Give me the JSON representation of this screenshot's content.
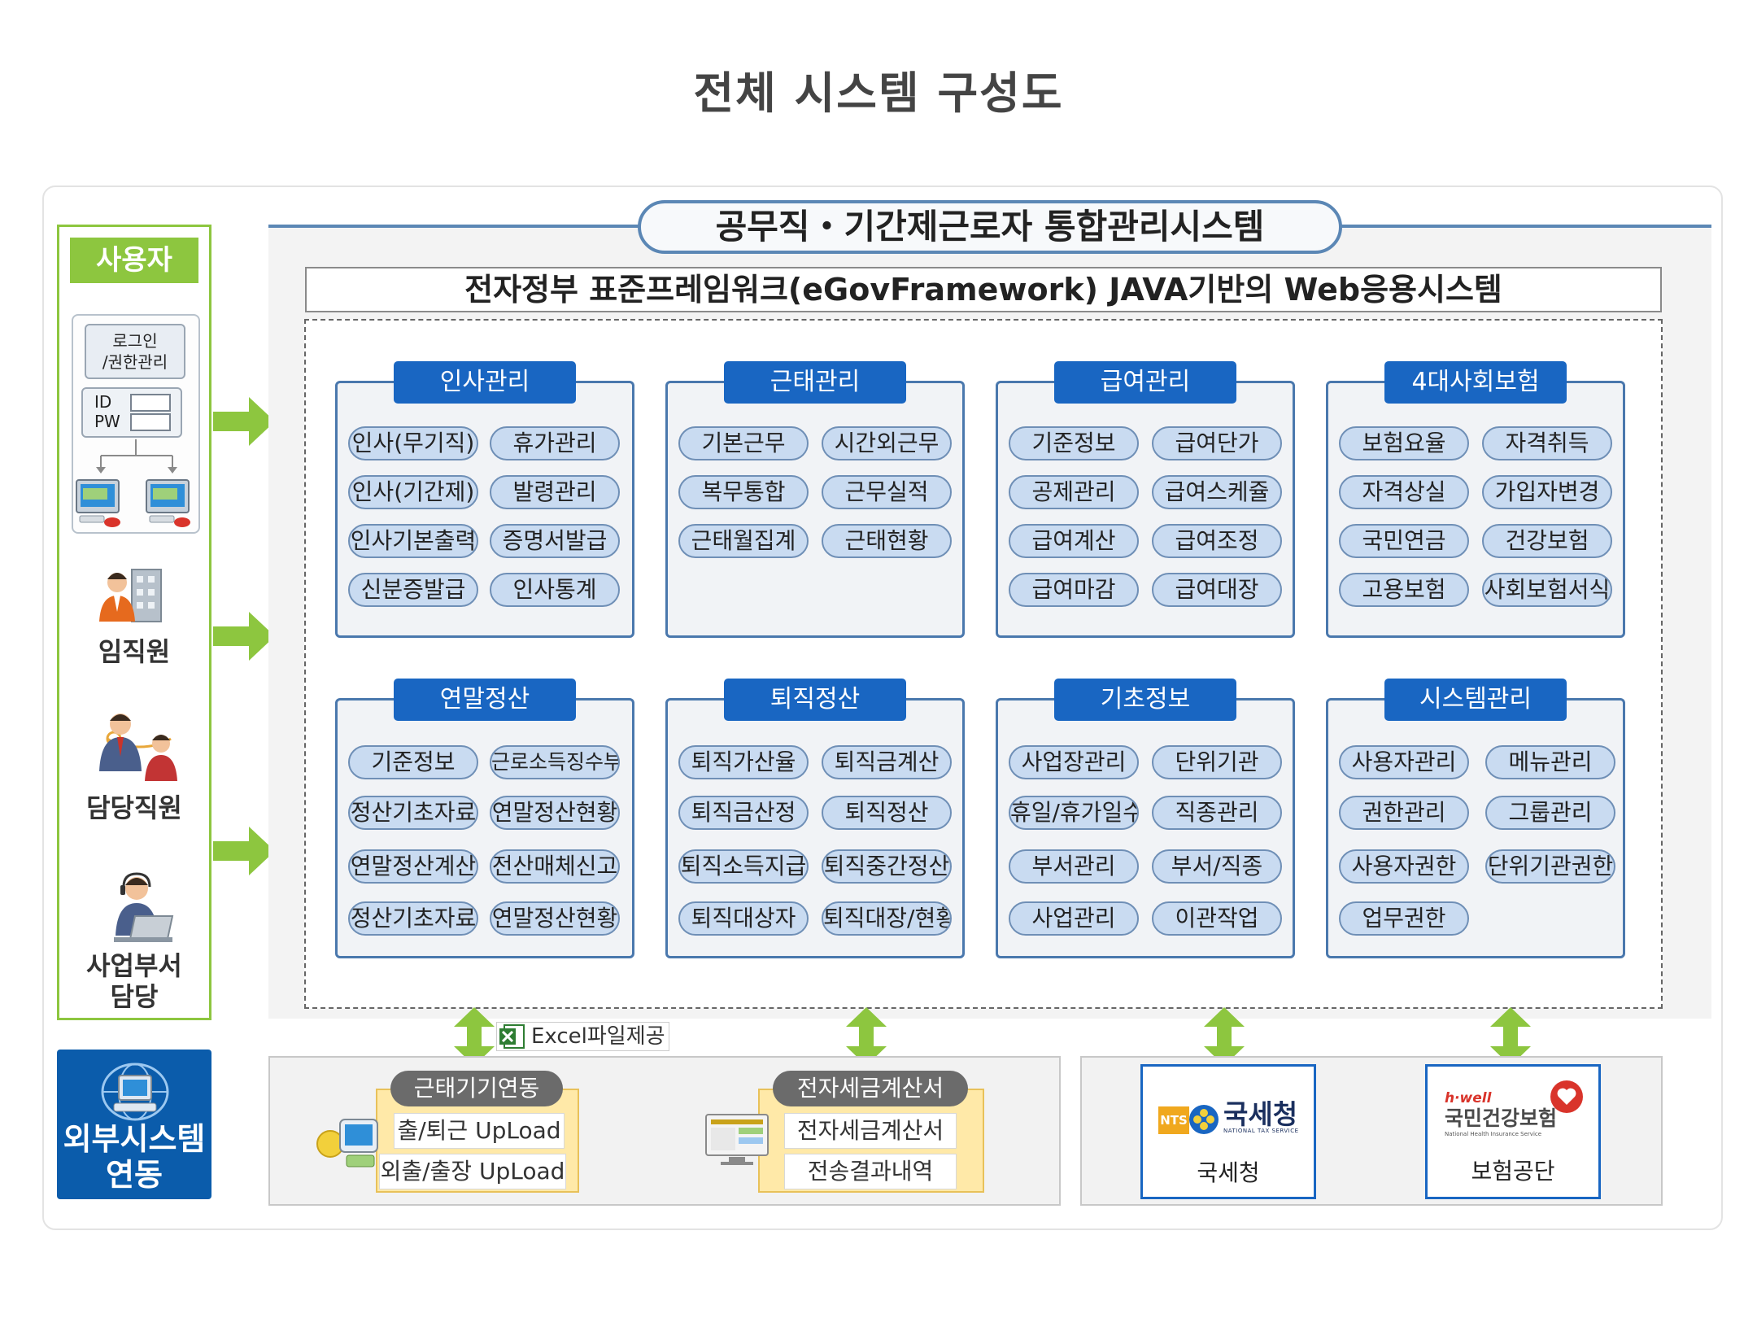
{
  "title": "전체 시스템 구성도",
  "user_panel": {
    "title": "사용자",
    "login_label": "로그인\n/권한관리",
    "id_label": "ID",
    "pw_label": "PW",
    "roles": [
      "임직원",
      "담당직원",
      "사업부서\n담당"
    ]
  },
  "external": {
    "label": "외부시스템\n연동"
  },
  "system_title": "공무직・기간제근로자 통합관리시스템",
  "sub_title": "전자정부  표준프레임워크(eGovFramework)  JAVA기반의   Web응용시스템",
  "modules": [
    {
      "title": "인사관리",
      "items": [
        "인사(무기직)",
        "휴가관리",
        "인사(기간제)",
        "발령관리",
        "인사기본출력",
        "증명서발급",
        "신분증발급",
        "인사통계"
      ]
    },
    {
      "title": "근태관리",
      "items": [
        "기본근무",
        "시간외근무",
        "복무통합",
        "근무실적",
        "근태월집계",
        "근태현황"
      ]
    },
    {
      "title": "급여관리",
      "items": [
        "기준정보",
        "급여단가",
        "공제관리",
        "급여스케쥴",
        "급여계산",
        "급여조정",
        "급여마감",
        "급여대장"
      ]
    },
    {
      "title": "4대사회보험",
      "items": [
        "보험요율",
        "자격취득",
        "자격상실",
        "가입자변경",
        "국민연금",
        "건강보험",
        "고용보험",
        "사회보험서식"
      ]
    },
    {
      "title": "연말정산",
      "items": [
        "기준정보",
        "근로소득징수부",
        "정산기초자료",
        "연말정산현황",
        "연말정산계산",
        "전산매체신고",
        "정산기초자료",
        "연말정산현황"
      ]
    },
    {
      "title": "퇴직정산",
      "items": [
        "퇴직가산율",
        "퇴직금계산",
        "퇴직금산정",
        "퇴직정산",
        "퇴직소득지급",
        "퇴직중간정산",
        "퇴직대상자",
        "퇴직대장/현황"
      ]
    },
    {
      "title": "기초정보",
      "items": [
        "사업장관리",
        "단위기관",
        "휴일/휴가일수",
        "직종관리",
        "부서관리",
        "부서/직종",
        "사업관리",
        "이관작업"
      ]
    },
    {
      "title": "시스템관리",
      "items": [
        "사용자관리",
        "메뉴관리",
        "권한관리",
        "그룹관리",
        "사용자권한",
        "단위기관권한",
        "업무권한"
      ]
    }
  ],
  "integrations": {
    "excel_label": "Excel파일제공",
    "attendance": {
      "title": "근태기기연동",
      "items": [
        "출/퇴근 UpLoad",
        "외출/출장 UpLoad"
      ]
    },
    "einvoice": {
      "title": "전자세금계산서",
      "items": [
        "전자세금계산서",
        "전송결과내역"
      ]
    },
    "nts": {
      "logo_text": "국세청",
      "logo_sub": "NATIONAL TAX SERVICE",
      "badge": "NTS",
      "label": "국세청"
    },
    "nhis": {
      "logo_top": "h·well",
      "logo_text": "국민건강보험",
      "logo_sub": "National Health Insurance Service",
      "label": "보험공단"
    }
  },
  "colors": {
    "accent": "#1966c2",
    "user_green": "#8dc63f",
    "item_fill": "#c9dbf1",
    "frame_blue": "#5b87b5"
  }
}
